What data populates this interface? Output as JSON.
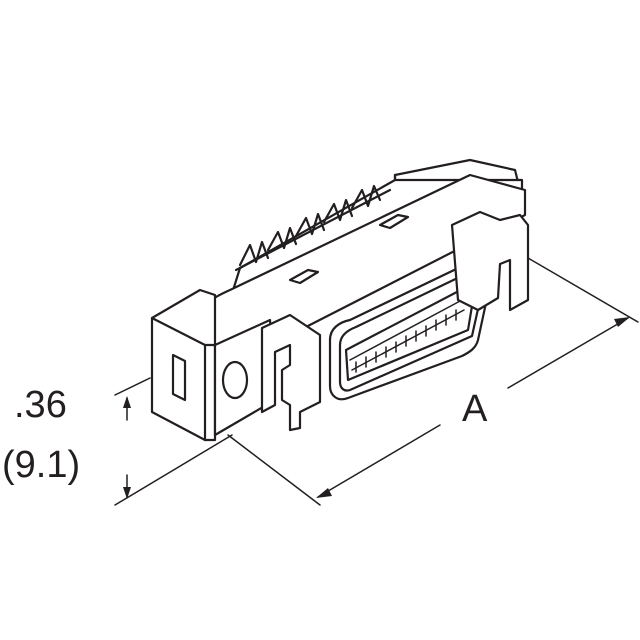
{
  "figure": {
    "subject": "Right-angle centronics-style ribbon connector, isometric view",
    "stroke_color": "#231f20",
    "background": "#ffffff"
  },
  "dimensions": {
    "height_inch": ".36",
    "height_mm": "(9.1)",
    "length_label": "A"
  }
}
